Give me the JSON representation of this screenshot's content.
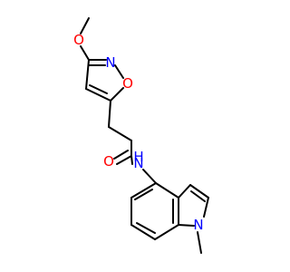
{
  "colors": {
    "oxygen": "#ff0000",
    "nitrogen": "#0000ff",
    "carbon_bond": "#000000",
    "background": "#ffffff"
  },
  "atoms": {
    "methoxy_o": "O",
    "isoxazole_n": "N",
    "isoxazole_o": "O",
    "carbonyl_o": "O",
    "amide_n": "N",
    "amide_h": "H",
    "indole_n": "N"
  }
}
